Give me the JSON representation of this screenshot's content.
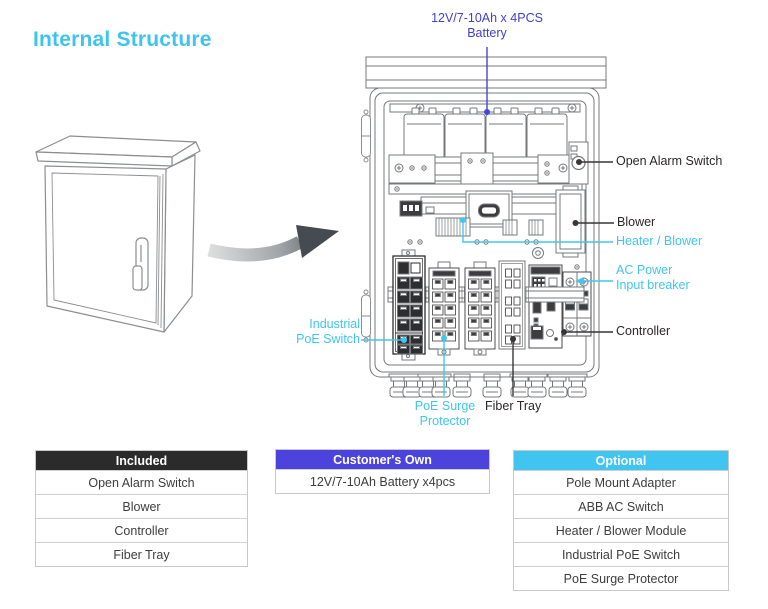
{
  "title": "Internal Structure",
  "colors": {
    "accent_cyan": "#3EC6EF",
    "accent_blue": "#423FC9",
    "header_dark": "#2B2B2B",
    "header_blue": "#4B43DC",
    "header_cyan": "#40C5F0",
    "line_art_gray": "#75787B",
    "label_dark": "#2B2627"
  },
  "icons": {
    "cutaway_arrow": "curved-right-arrow"
  },
  "callouts": {
    "battery": "12V/7-10Ah x 4PCS\nBattery",
    "open_alarm_switch": "Open Alarm Switch",
    "blower": "Blower",
    "heater_blower": "Heater / Blower",
    "ac_power": "AC Power\nInput breaker",
    "controller": "Controller",
    "industrial_poe_switch": "Industrial\nPoE Switch",
    "poe_surge_protector": "PoE Surge\nProtector",
    "fiber_tray": "Fiber Tray"
  },
  "tables": {
    "included": {
      "title": "Included",
      "rows": [
        "Open Alarm Switch",
        "Blower",
        "Controller",
        "Fiber Tray"
      ]
    },
    "customers_own": {
      "title": "Customer's Own",
      "rows": [
        "12V/7-10Ah Battery x4pcs"
      ]
    },
    "optional": {
      "title": "Optional",
      "rows": [
        "Pole Mount Adapter",
        "ABB AC Switch",
        "Heater / Blower Module",
        "Industrial PoE Switch",
        "PoE Surge Protector"
      ]
    }
  }
}
